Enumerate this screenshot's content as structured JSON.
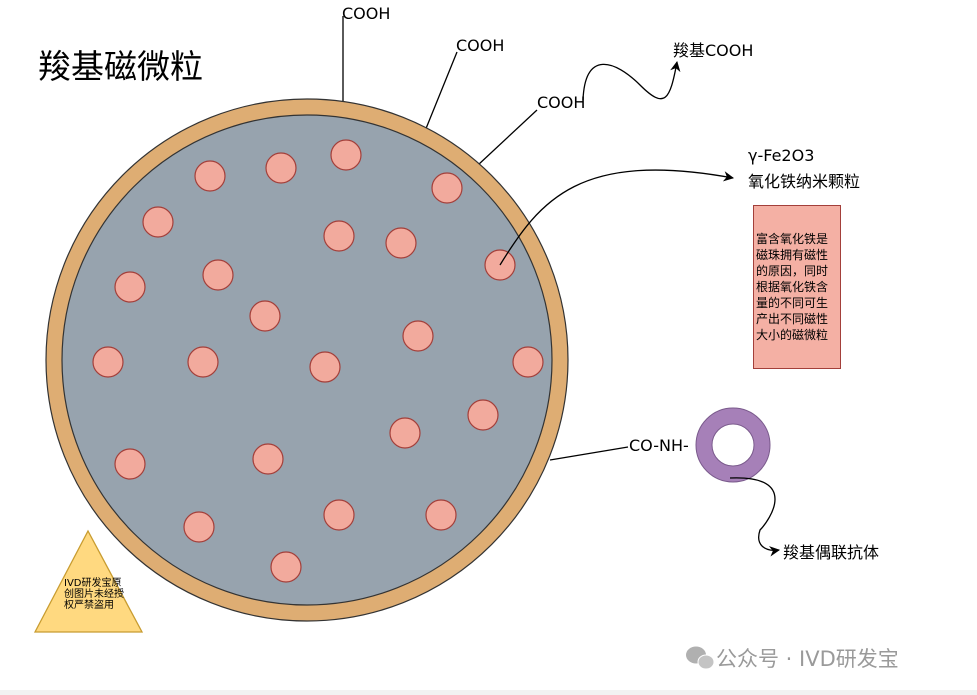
{
  "title": "羧基磁微粒",
  "labels": {
    "cooh_1": "COOH",
    "cooh_2": "COOH",
    "cooh_3": "COOH",
    "carboxyl_cooh": "羧基COOH",
    "fe2o3_formula": "γ-Fe2O3",
    "fe2o3_name": "氧化铁纳米颗粒",
    "conh": "CO-NH-",
    "antibody": "羧基偶联抗体"
  },
  "note": "富含氧化铁是磁珠拥有磁性的原因，同时根据氧化铁含量的不同可生产出不同磁性大小的磁微粒",
  "triangle_note": "IVD研发宝原创图片未经授权严禁盗用",
  "watermark": "公众号 · IVD研发宝",
  "colors": {
    "shell": "#DEAD73",
    "core": "#97A3AE",
    "particle": "#F2AA9D",
    "antibody": "#A680B8",
    "triangle": "#FFD980"
  }
}
